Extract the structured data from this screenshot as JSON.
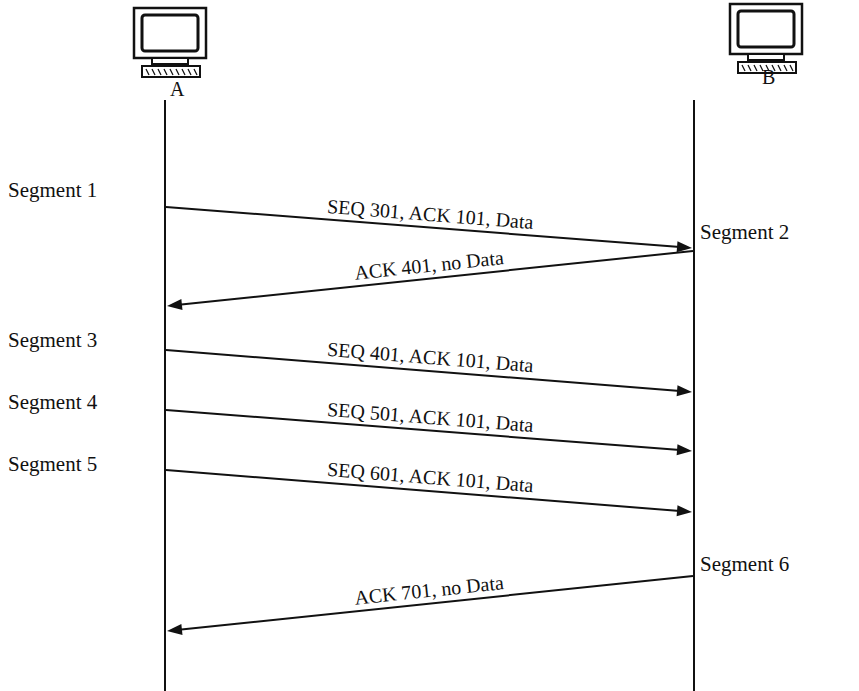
{
  "diagram": {
    "nodes": [
      {
        "text": [
          "A"
        ]
      },
      {
        "text": [
          "B"
        ]
      }
    ],
    "edges": [
      {
        "from": 0,
        "to": 1,
        "arrow": "to",
        "label": "SEQ 301, ACK 101, Data"
      },
      {
        "from": 1,
        "to": 0,
        "arrow": "to",
        "label": "ACK 401, no Data"
      },
      {
        "from": 0,
        "to": 1,
        "arrow": "to",
        "label": "SEQ 401, ACK 101, Data"
      },
      {
        "from": 0,
        "to": 1,
        "arrow": "to",
        "label": "SEQ 501, ACK 101, Data"
      },
      {
        "from": 0,
        "to": 1,
        "arrow": "to",
        "label": "SEQ 601, ACK 101, Data"
      },
      {
        "from": 1,
        "to": 0,
        "arrow": "to",
        "label": "ACK 701, no Data"
      }
    ],
    "labels": [
      "Segment 1",
      "Segment 2",
      "Segment 3",
      "Segment 4",
      "Segment 5",
      "Segment 6"
    ]
  }
}
